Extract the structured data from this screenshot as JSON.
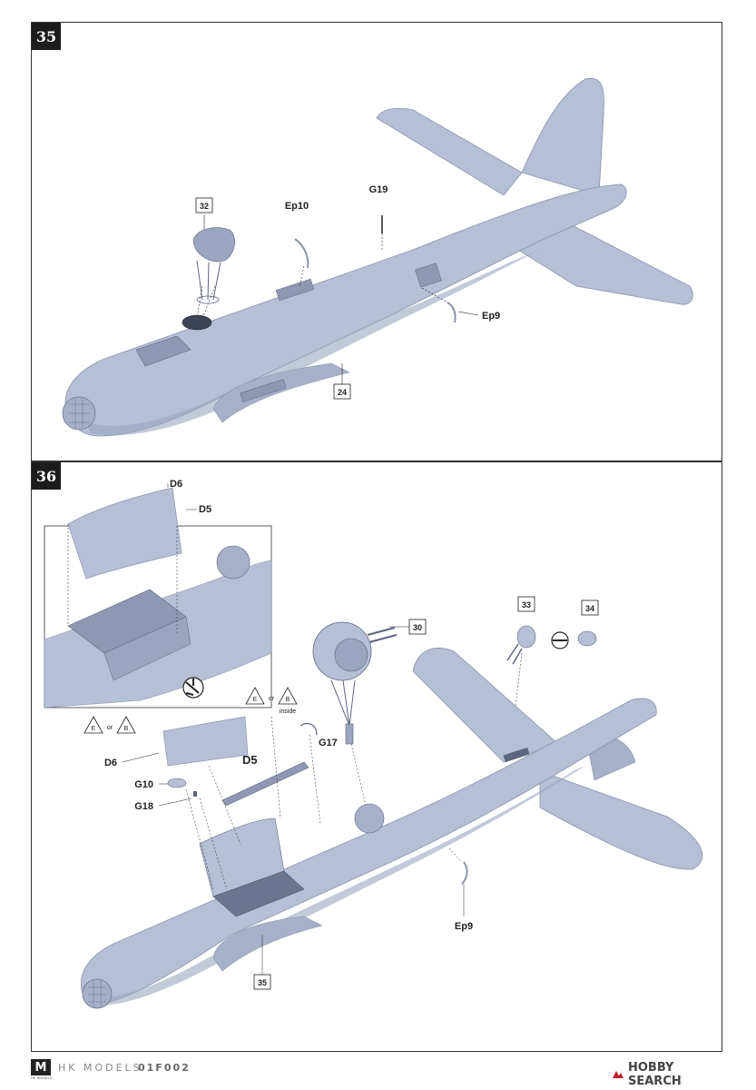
{
  "steps": {
    "step35": {
      "number": "35",
      "labels": {
        "box32": "32",
        "ep10": "Ep10",
        "g19": "G19",
        "ep9": "Ep9",
        "box24": "24"
      }
    },
    "step36": {
      "number": "36",
      "labels": {
        "d6_top": "D6",
        "d5_top": "D5",
        "box30": "30",
        "box33": "33",
        "box34": "34",
        "e1": "E",
        "or1": "or",
        "b1": "B",
        "e2": "E",
        "or2": "or",
        "b2": "B",
        "inside": "inside",
        "d6": "D6",
        "d5": "D5",
        "g17": "G17",
        "g10": "G10",
        "g18": "G18",
        "ep9": "Ep9",
        "box35": "35"
      }
    }
  },
  "footer": {
    "logo": "M",
    "logo_small": "HK MODELS",
    "brand": "HK MODELS",
    "code": "01F002",
    "watermark": "HOBBY SEARCH"
  },
  "colors": {
    "aircraft": "#b5bfd6",
    "aircraft_shade": "#9aa5bf",
    "watermark_red": "#c0202a"
  }
}
